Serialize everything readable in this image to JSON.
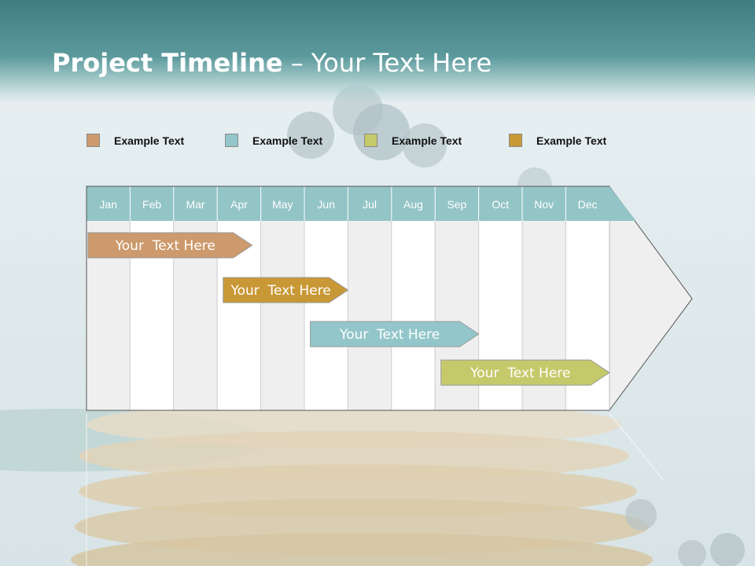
{
  "slide": {
    "title_bold": "Project Timeline",
    "title_rest": " – Your Text Here"
  },
  "legend": [
    {
      "label": "Example Text",
      "color": "#cc9a6c"
    },
    {
      "label": "Example Text",
      "color": "#93c6ca"
    },
    {
      "label": "Example Text",
      "color": "#c6c96a"
    },
    {
      "label": "Example Text",
      "color": "#c99836"
    }
  ],
  "colors": {
    "month_header": "#93c4c6",
    "column_light": "#ffffff",
    "column_shaded": "#efefef",
    "grid_line": "#cfcfcf",
    "frame": "#555555"
  },
  "chart_data": {
    "type": "table",
    "months": [
      "Jan",
      "Feb",
      "Mar",
      "Apr",
      "May",
      "Jun",
      "Jul",
      "Aug",
      "Sep",
      "Oct",
      "Nov",
      "Dec"
    ],
    "tasks": [
      {
        "label": "Your  Text Here",
        "start": 1,
        "end": 4.8,
        "color": "#cc9a6c"
      },
      {
        "label": "Your  Text Here",
        "start": 4.1,
        "end": 7.0,
        "color": "#c99836"
      },
      {
        "label": "Your  Text Here",
        "start": 6.1,
        "end": 10.0,
        "color": "#93c6ca"
      },
      {
        "label": "Your  Text Here",
        "start": 9.1,
        "end": 13.0,
        "color": "#c6c96a"
      }
    ]
  }
}
